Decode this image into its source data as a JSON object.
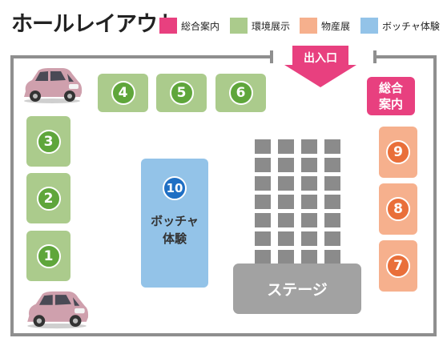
{
  "title": "ホールレイアウト",
  "legend": [
    {
      "label": "総合案内",
      "color": "#e8407f"
    },
    {
      "label": "環境展示",
      "color": "#abcb8c"
    },
    {
      "label": "物産展",
      "color": "#f6b08d"
    },
    {
      "label": "ボッチャ体験",
      "color": "#93c3e8"
    }
  ],
  "entrance": {
    "label": "出入口",
    "color": "#e8407f"
  },
  "info_desk": {
    "line1": "総合",
    "line2": "案内"
  },
  "booths": {
    "b1": "1",
    "b2": "2",
    "b3": "3",
    "b4": "4",
    "b5": "5",
    "b6": "6",
    "b7": "7",
    "b8": "8",
    "b9": "9",
    "b10": "10"
  },
  "boccia": {
    "line1": "ボッチャ",
    "line2": "体験"
  },
  "stage": "ステージ",
  "colors": {
    "exhibit": "#abcb8c",
    "market": "#f6b08d",
    "boccia": "#93c3e8",
    "info": "#e8407f",
    "seat": "#8b8b8b",
    "stage": "#a2a2a2",
    "wall": "#8f8f8f"
  }
}
